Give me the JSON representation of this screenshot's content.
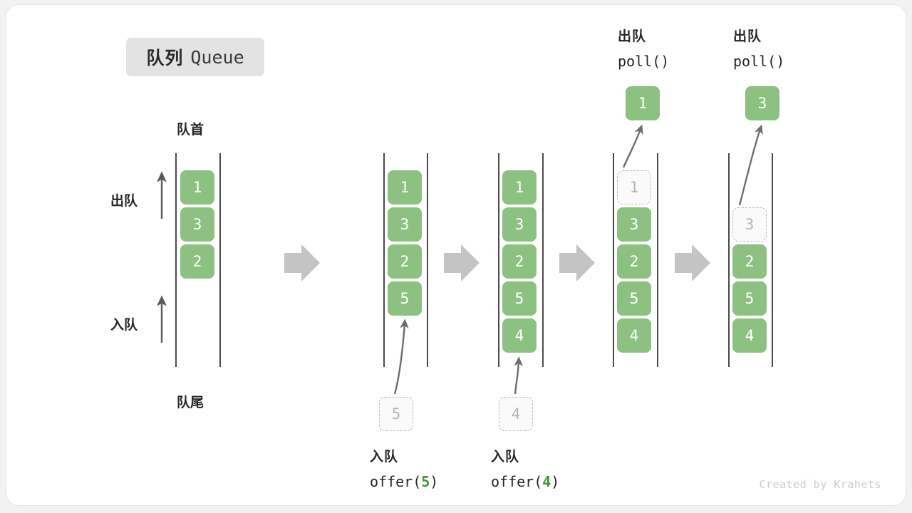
{
  "title": {
    "cn": "队列",
    "en": "Queue"
  },
  "labels": {
    "head": "队首",
    "tail": "队尾",
    "dequeue": "出队",
    "enqueue": "入队"
  },
  "colors": {
    "box_fill": "#8cc182",
    "box_text": "#ffffff",
    "ghost_fill": "#fafafa",
    "ghost_border": "#bcbcbc",
    "ghost_text": "#b4b4b4",
    "rail": "#4a4a4a",
    "step_arrow": "#c4c4c4",
    "op_number": "#3f9442",
    "badge_bg": "#e3e3e3",
    "card_bg": "#ffffff",
    "page_bg": "#f2f2f2"
  },
  "stages": [
    {
      "id": "stage-initial",
      "items": [
        "1",
        "3",
        "2"
      ],
      "ghost": null,
      "popped": null,
      "caption": null
    },
    {
      "id": "stage-offer-5",
      "items": [
        "1",
        "3",
        "2",
        "5"
      ],
      "ghost": {
        "value": "5",
        "position": "below"
      },
      "popped": null,
      "caption": {
        "cn": "入队",
        "fn_prefix": "offer(",
        "fn_value": "5",
        "fn_suffix": ")"
      }
    },
    {
      "id": "stage-offer-4",
      "items": [
        "1",
        "3",
        "2",
        "5",
        "4"
      ],
      "ghost": {
        "value": "4",
        "position": "below"
      },
      "popped": null,
      "caption": {
        "cn": "入队",
        "fn_prefix": "offer(",
        "fn_value": "4",
        "fn_suffix": ")"
      }
    },
    {
      "id": "stage-poll-1",
      "items": [
        "3",
        "2",
        "5",
        "4"
      ],
      "ghost": {
        "value": "1",
        "position": "top"
      },
      "popped": {
        "value": "1"
      },
      "caption": {
        "cn": "出队",
        "fn_prefix": "poll(",
        "fn_value": "",
        "fn_suffix": ")"
      }
    },
    {
      "id": "stage-poll-3",
      "items": [
        "2",
        "5",
        "4"
      ],
      "ghost": {
        "value": "3",
        "position": "top"
      },
      "popped": {
        "value": "3"
      },
      "caption": {
        "cn": "出队",
        "fn_prefix": "poll(",
        "fn_value": "",
        "fn_suffix": ")"
      }
    }
  ],
  "watermark": "Created by Krahets"
}
